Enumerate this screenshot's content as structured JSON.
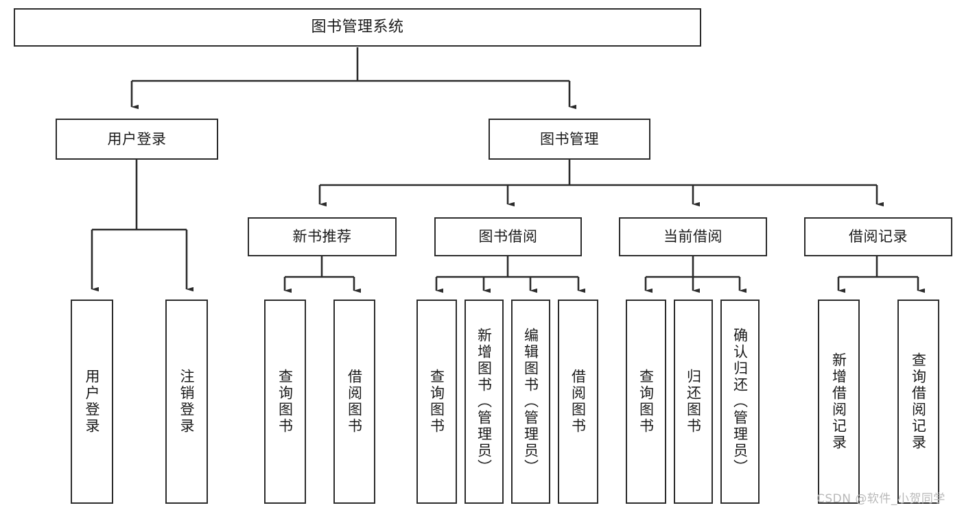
{
  "diagram": {
    "title": "图书管理系统",
    "type": "tree",
    "colors": {
      "box_border": "#2b2b2b",
      "box_fill": "#ffffff",
      "connector": "#2b2b2b",
      "text": "#1a1a1a",
      "watermark": "#b9b9b9"
    },
    "levels": {
      "root": {
        "label": "图书管理系统"
      },
      "level2": [
        {
          "label": "用户登录"
        },
        {
          "label": "图书管理"
        }
      ],
      "level3": [
        {
          "label": "新书推荐"
        },
        {
          "label": "图书借阅"
        },
        {
          "label": "当前借阅"
        },
        {
          "label": "借阅记录"
        }
      ],
      "leaves": {
        "user_login": [
          {
            "label": "用户登录"
          },
          {
            "label": "注销登录"
          }
        ],
        "new_book_recommend": [
          {
            "label": "查询图书"
          },
          {
            "label": "借阅图书"
          }
        ],
        "book_borrow": [
          {
            "label": "查询图书"
          },
          {
            "label": "新增图书（管理员）"
          },
          {
            "label": "编辑图书（管理员）"
          },
          {
            "label": "借阅图书"
          }
        ],
        "current_borrow": [
          {
            "label": "查询图书"
          },
          {
            "label": "归还图书"
          },
          {
            "label": "确认归还（管理员）"
          }
        ],
        "borrow_record": [
          {
            "label": "新增借阅记录"
          },
          {
            "label": "查询借阅记录"
          }
        ]
      }
    }
  },
  "watermark": {
    "text": "CSDN @软件_小贺同学"
  }
}
